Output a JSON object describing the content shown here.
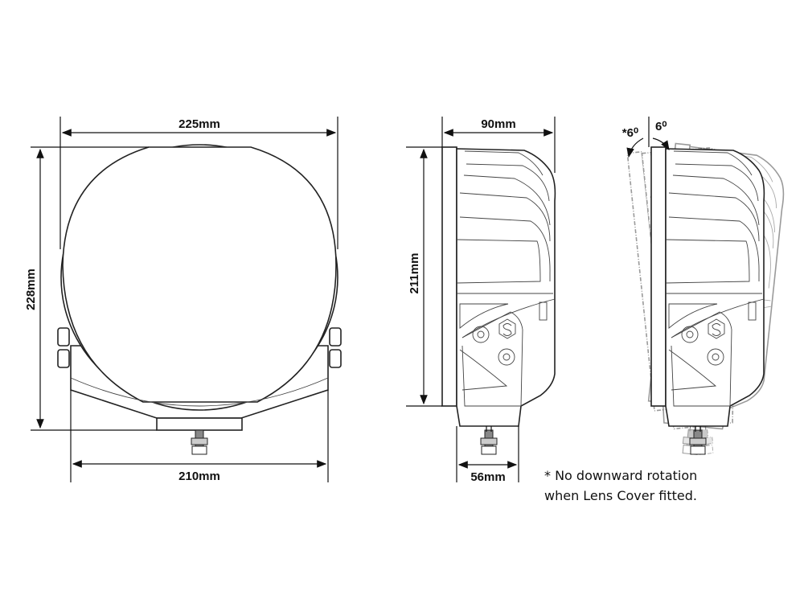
{
  "front_view": {
    "width_top": "225mm",
    "height": "228mm",
    "width_bottom": "210mm"
  },
  "side_view": {
    "depth": "90mm",
    "height": "211mm",
    "mount_width": "56mm"
  },
  "rotation_view": {
    "angle_down": "*6⁰",
    "angle_up": "6⁰"
  },
  "note": {
    "line1": "* No downward rotation",
    "line2": "when Lens Cover fitted."
  }
}
